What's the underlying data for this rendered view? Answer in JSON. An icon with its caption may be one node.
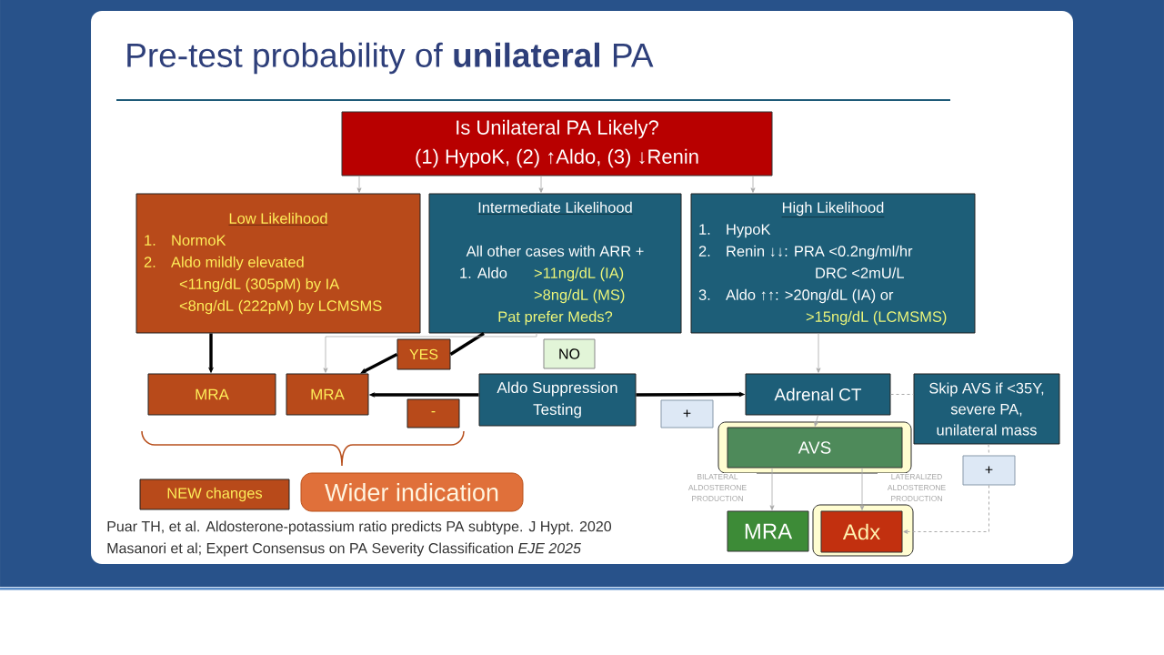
{
  "diagram": {
    "title": "Pre-test probability of **unilateral** PA",
    "nodes": [
      {
        "text": [
          "Is Unilateral PA Likely?",
          "(1) HypoK, (2) ↑Aldo, (3) ↓Renin"
        ]
      },
      {
        "text": [
          "Low Likelihood",
          "1.",
          "NormoK",
          "2.",
          "Aldo mildly elevated",
          "<11ng/dL (305pM) by IA",
          "<8ng/dL (222pM) by LCMSMS"
        ]
      },
      {
        "text": [
          "Intermediate Likelihood",
          "All other cases with ARR +",
          "1. Aldo",
          ">11ng/dL (IA)",
          ">8ng/dL (MS)",
          "Pat prefer Meds?"
        ]
      },
      {
        "text": [
          "High Likelihood",
          "1.",
          "HypoK",
          "2.",
          "Renin ↓↓: PRA <0.2ng/ml/hr",
          "DRC <2mU/L",
          "3.",
          "Aldo ↑↑: >20ng/dL (IA) or",
          ">15ng/dL (LCMSMS)"
        ]
      },
      {
        "text": [
          "MRA"
        ]
      },
      {
        "text": [
          "MRA"
        ]
      },
      {
        "text": [
          "YES"
        ]
      },
      {
        "text": [
          "NO"
        ]
      },
      {
        "text": [
          "Aldo Suppression Testing"
        ]
      },
      {
        "text": [
          "-"
        ]
      },
      {
        "text": [
          "+"
        ]
      },
      {
        "text": [
          "Adrenal CT"
        ]
      },
      {
        "text": [
          "Skip AVS if <35Y, severe PA, unilateral mass"
        ]
      },
      {
        "text": [
          "AVS"
        ]
      },
      {
        "text": [
          "+"
        ]
      },
      {
        "text": [
          "MRA"
        ]
      },
      {
        "text": [
          "Adx"
        ]
      },
      {
        "text": [
          "NEW changes"
        ]
      },
      {
        "text": [
          "Wider indication"
        ]
      }
    ],
    "edges": [
      {
        "from": 0,
        "to": 1,
        "arrow": "to"
      },
      {
        "from": 0,
        "to": 2,
        "arrow": "to"
      },
      {
        "from": 0,
        "to": 3,
        "arrow": "to"
      },
      {
        "from": 1,
        "to": 4,
        "arrow": "to",
        "style": "thick",
        "color": "#000000"
      },
      {
        "from": 2,
        "to": 6,
        "arrow": "none",
        "style": "thick",
        "color": "#000000"
      },
      {
        "from": 6,
        "to": 5,
        "arrow": "to",
        "style": "thick",
        "color": "#000000"
      },
      {
        "from": 2,
        "to": 5,
        "arrow": "to"
      },
      {
        "from": 8,
        "to": 5,
        "arrow": "to",
        "style": "thick",
        "color": "#000000"
      },
      {
        "from": 8,
        "to": 11,
        "arrow": "to",
        "style": "thick",
        "color": "#000000"
      },
      {
        "from": 3,
        "to": 11,
        "arrow": "to"
      },
      {
        "from": 11,
        "to": 12,
        "arrow": "none",
        "style": "dashed"
      },
      {
        "from": 11,
        "to": 13,
        "arrow": "to"
      },
      {
        "from": 13,
        "to": 15,
        "arrow": "to",
        "label": "BILATERAL ALDOSTERONE PRODUCTION"
      },
      {
        "from": 13,
        "to": 16,
        "arrow": "to",
        "label": "LATERALIZED ALDOSTERONE PRODUCTION"
      },
      {
        "from": 12,
        "to": 14,
        "arrow": "none",
        "style": "dashed"
      },
      {
        "from": 14,
        "to": 16,
        "arrow": "to",
        "style": "dashed"
      }
    ],
    "labels": [
      "Puar TH, et al. Aldosterone-potassium ratio predicts PA subtype. J Hypt. 2020",
      "Masanori et al; Expert Consensus on PA Severity Classification *EJE 2025*"
    ]
  }
}
